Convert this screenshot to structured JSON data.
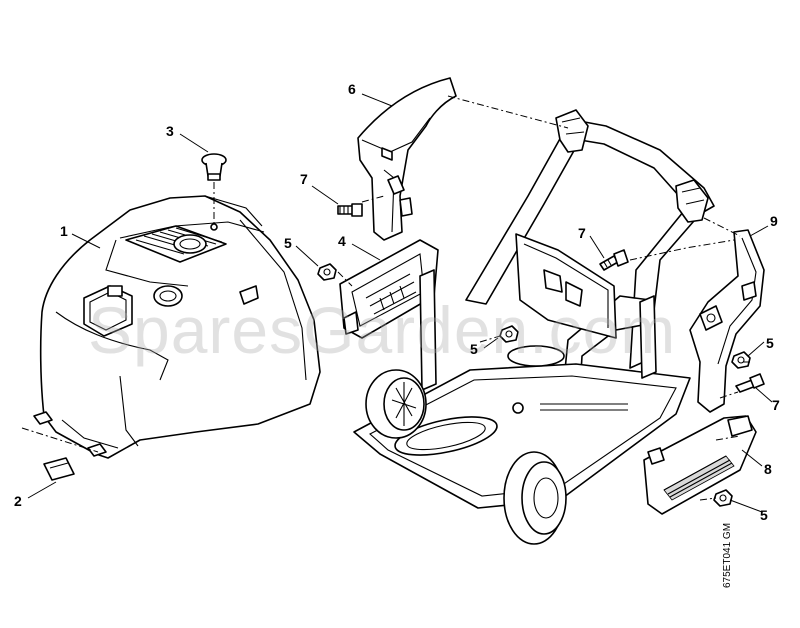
{
  "diagram": {
    "callouts": [
      {
        "id": "c1",
        "text": "1"
      },
      {
        "id": "c2",
        "text": "2"
      },
      {
        "id": "c3",
        "text": "3"
      },
      {
        "id": "c4",
        "text": "4"
      },
      {
        "id": "c5a",
        "text": "5"
      },
      {
        "id": "c5b",
        "text": "5"
      },
      {
        "id": "c5c",
        "text": "5"
      },
      {
        "id": "c5d",
        "text": "5"
      },
      {
        "id": "c6",
        "text": "6"
      },
      {
        "id": "c7a",
        "text": "7"
      },
      {
        "id": "c7b",
        "text": "7"
      },
      {
        "id": "c7c",
        "text": "7"
      },
      {
        "id": "c8",
        "text": "8"
      },
      {
        "id": "c9",
        "text": "9"
      }
    ],
    "drawing_code": "675ET041 GM",
    "watermark": "SparesGarden.com"
  }
}
